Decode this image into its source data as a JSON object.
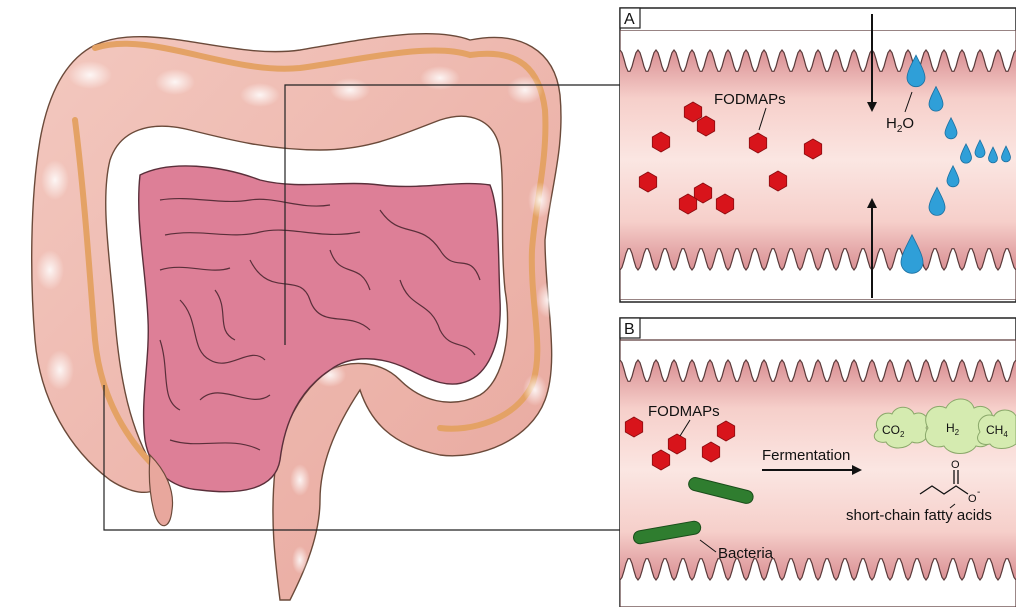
{
  "panel_a": {
    "letter": "A",
    "fodmaps_label": "FODMAPs",
    "water_label_main": "H",
    "water_label_sub": "2",
    "water_label_end": "O"
  },
  "panel_b": {
    "letter": "B",
    "fodmaps_label": "FODMAPs",
    "fermentation_label": "Fermentation",
    "bacteria_label": "Bacteria",
    "gas_co2_main": "CO",
    "gas_co2_sub": "2",
    "gas_h2_main": "H",
    "gas_h2_sub": "2",
    "gas_ch4_main": "CH",
    "gas_ch4_sub": "4",
    "scfa_label": "short-chain fatty acids",
    "molecule_o_top": "O",
    "molecule_o_minus": "O",
    "molecule_charge": "-"
  },
  "colors": {
    "fodmap_red": "#d8141b",
    "water_blue": "#2f9fd8",
    "bacteria_green": "#2f7d2f",
    "gut_pink": "#f0b8b0",
    "small_intestine": "#dd7f97",
    "gas_cloud": "#d5ebb0"
  }
}
